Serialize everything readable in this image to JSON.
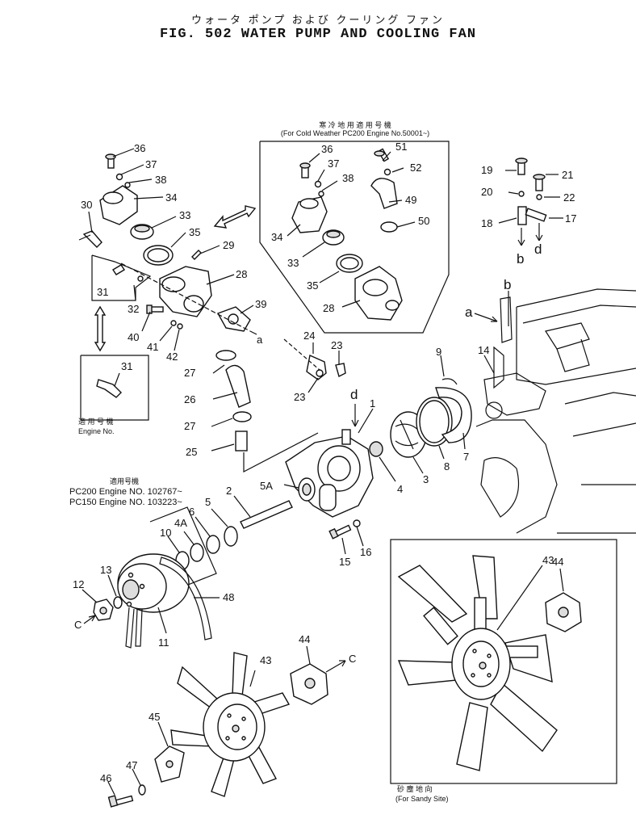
{
  "title": {
    "jp": "ウォータ ポンプ および クーリング ファン",
    "en": "FIG. 502  WATER PUMP AND COOLING FAN"
  },
  "cold_box": {
    "jp": "寒 冷 地 用        適 用 号 機",
    "en": "(For Cold Weather PC200 Engine No.50001~)"
  },
  "engine_box": {
    "jp": "適 用 号 機",
    "en": "Engine No."
  },
  "serial_note": {
    "jp": "適用号機",
    "line1": "PC200 Engine NO. 102767~",
    "line2": "PC150 Engine NO. 103223~"
  },
  "sandy_box": {
    "jp": "砂 塵 地 向",
    "en": "(For Sandy Site)"
  },
  "parts": {
    "p1": "1",
    "p2": "2",
    "p3": "3",
    "p4": "4",
    "p4a": "4A",
    "p5": "5",
    "p5a": "5A",
    "p6": "6",
    "p7": "7",
    "p8": "8",
    "p9": "9",
    "p10": "10",
    "p11": "11",
    "p12": "12",
    "p13": "13",
    "p14": "14",
    "p15": "15",
    "p16": "16",
    "p17": "17",
    "p18": "18",
    "p19": "19",
    "p20": "20",
    "p21": "21",
    "p22": "22",
    "p23a": "23",
    "p23b": "23",
    "p24": "24",
    "p25": "25",
    "p26": "26",
    "p27a": "27",
    "p27b": "27",
    "p28": "28",
    "p29": "29",
    "p30": "30",
    "p31a": "31",
    "p31b": "31",
    "p32": "32",
    "p33": "33",
    "p34": "34",
    "p35": "35",
    "p36": "36",
    "p37": "37",
    "p38": "38",
    "p39": "39",
    "p40": "40",
    "p41": "41",
    "p42": "42",
    "p43a": "43",
    "p43b": "43",
    "p44a": "44",
    "p44b": "44",
    "p45": "45",
    "p46": "46",
    "p47": "47",
    "p48": "48",
    "c_p28": "28",
    "c_p33": "33",
    "c_p34": "34",
    "c_p35": "35",
    "c_p36": "36",
    "c_p37": "37",
    "c_p38": "38",
    "c_p49": "49",
    "c_p50": "50",
    "c_p51": "51",
    "c_p52": "52"
  },
  "refs": {
    "a1": "a",
    "a2": "a",
    "b1": "b",
    "b2": "b",
    "d1": "d",
    "d2": "d",
    "c1": "C",
    "c2": "C"
  }
}
